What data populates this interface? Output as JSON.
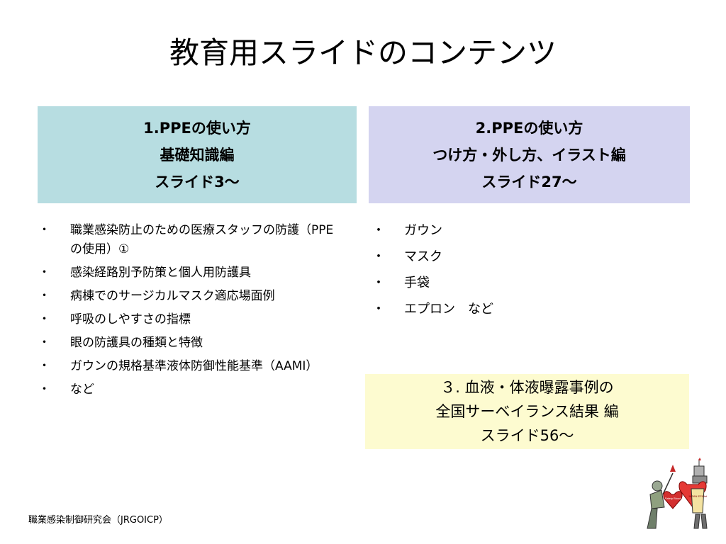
{
  "title": "教育用スライドのコンテンツ",
  "section1": {
    "lines": [
      "1.PPEの使い方",
      "基礎知識編",
      "スライド3～"
    ],
    "items": [
      "職業感染防止のための医療スタッフの防護（PPEの使用）①",
      "感染経路別予防策と個人用防護具",
      "病棟でのサージカルマスク適応場面例",
      "呼吸のしやすさの指標",
      "眼の防護具の種類と特徴",
      "ガウンの規格基準液体防御性能基準（AAMI）",
      "など"
    ]
  },
  "section2": {
    "lines": [
      "2.PPEの使い方",
      "つけ方・外し方、イラスト編",
      "スライド27～"
    ],
    "items": [
      "ガウン",
      "マスク",
      "手袋",
      "エプロン　など"
    ]
  },
  "section3": {
    "lines": [
      "３. 血液・体液曝露事例の",
      "全国サーベイランス結果 編",
      "スライド56～"
    ]
  },
  "footer": "職業感染制御研究会（JRGOICP）",
  "colors": {
    "box1_bg": "#b7dde1",
    "box2_bg": "#d4d4f0",
    "box3_bg": "#fdfbd0"
  },
  "illustration": {
    "icon": "two-figures-with-hearts-illustration",
    "sign_left": "Safety Blood",
    "sign_right": "JAPAN EPINet"
  }
}
